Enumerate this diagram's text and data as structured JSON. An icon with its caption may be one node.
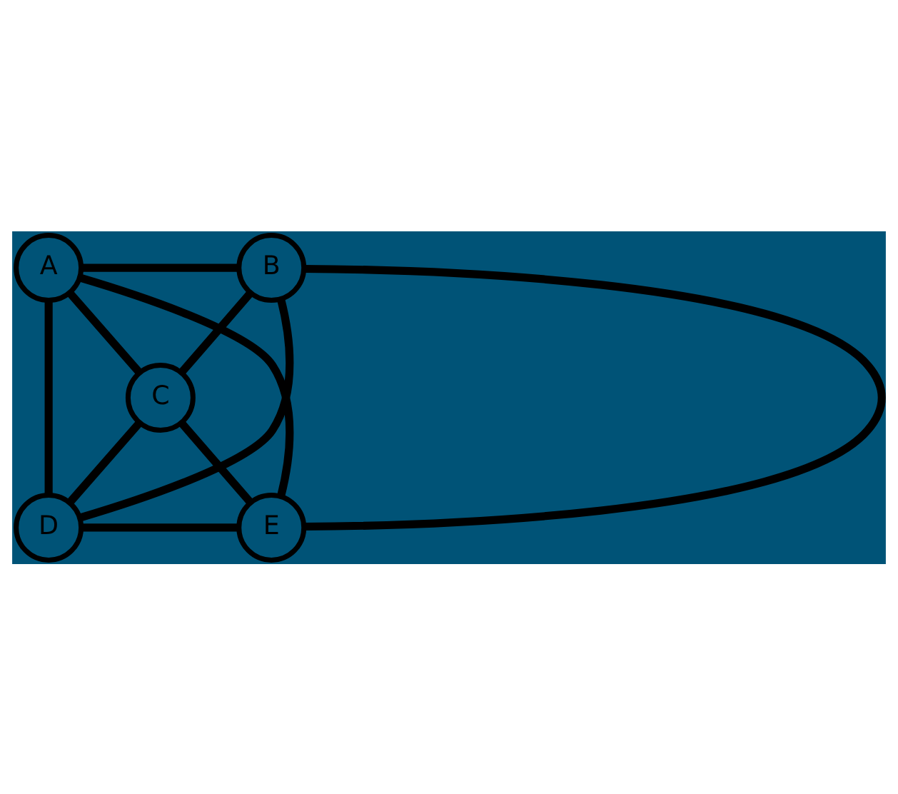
{
  "diagram": {
    "nodes": [
      {
        "text": [
          "A"
        ]
      },
      {
        "text": [
          "B"
        ]
      },
      {
        "text": [
          "C"
        ]
      },
      {
        "text": [
          "D"
        ]
      },
      {
        "text": [
          "E"
        ]
      }
    ],
    "edges": [
      {
        "from": 0,
        "to": 1,
        "arrow": "none"
      },
      {
        "from": 0,
        "to": 2,
        "arrow": "none"
      },
      {
        "from": 0,
        "to": 3,
        "arrow": "none"
      },
      {
        "from": 0,
        "to": 4,
        "arrow": "none"
      },
      {
        "from": 1,
        "to": 2,
        "arrow": "none"
      },
      {
        "from": 1,
        "to": 3,
        "arrow": "none"
      },
      {
        "from": 1,
        "to": 4,
        "arrow": "none"
      },
      {
        "from": 2,
        "to": 3,
        "arrow": "none"
      },
      {
        "from": 2,
        "to": 4,
        "arrow": "none"
      },
      {
        "from": 3,
        "to": 4,
        "arrow": "none"
      }
    ]
  }
}
